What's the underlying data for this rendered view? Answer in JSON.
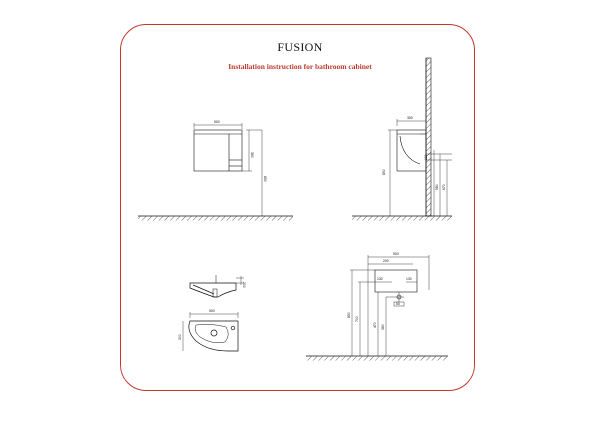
{
  "header": {
    "brand": "FUSION",
    "subtitle": "Installation instruction for bathroom cabinet"
  },
  "colors": {
    "frame": "#c0392b",
    "subtitle": "#c0392b",
    "line": "#111111"
  },
  "views": {
    "front": {
      "width": "500",
      "height": "360",
      "mount_height": "850"
    },
    "side": {
      "depth": "300",
      "a": "110",
      "b": "580",
      "c": "670",
      "mount_height": "850"
    },
    "basin_section": {
      "label": "200"
    },
    "basin_top": {
      "width": "500",
      "depth": "300"
    },
    "plumbing": {
      "overall": "500",
      "sub": "200",
      "left_offset": "130",
      "right_offset": "130",
      "pipe": "50",
      "h1": "850",
      "h2": "700",
      "h3": "470",
      "h4": "360"
    }
  }
}
